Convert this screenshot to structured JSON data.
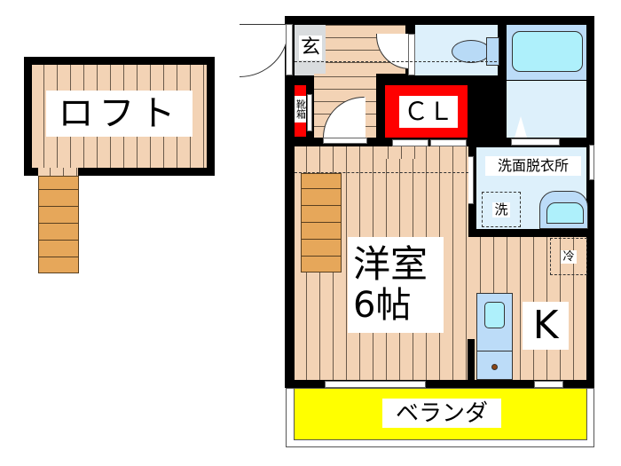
{
  "floorplan": {
    "rooms": {
      "loft": {
        "label": "ロフト"
      },
      "entrance": {
        "label": "玄"
      },
      "shoe_box": {
        "label": "靴箱"
      },
      "closet": {
        "label": "ＣＬ",
        "color": "#ff0000"
      },
      "western_room": {
        "label_line1": "洋室",
        "label_line2": "6帖"
      },
      "washroom": {
        "label": "洗面脱衣所"
      },
      "washer": {
        "label": "洗"
      },
      "fridge": {
        "label": "冷"
      },
      "kitchen": {
        "label": "K"
      },
      "balcony": {
        "label": "ベランダ",
        "color": "#ffff00"
      }
    },
    "colors": {
      "floor": "#f3d3b5",
      "wet_area": "#ddf0fb",
      "bath_tub": "#aef0fb",
      "stairs": "#e6a75a",
      "walls": "#000000"
    }
  }
}
